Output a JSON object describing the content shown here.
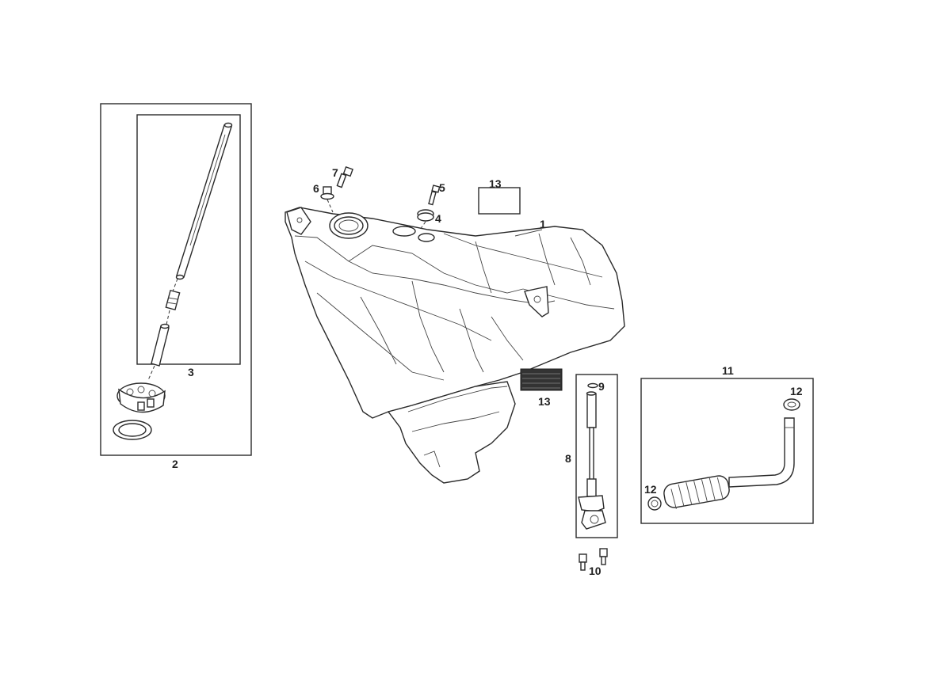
{
  "callouts": {
    "p1": "1",
    "p2": "2",
    "p3": "3",
    "p4": "4",
    "p5": "5",
    "p6": "6",
    "p7": "7",
    "p8": "8",
    "p9": "9",
    "p10": "10",
    "p11": "11",
    "p12a": "12",
    "p12b": "12",
    "p13a": "13",
    "p13b": "13"
  }
}
